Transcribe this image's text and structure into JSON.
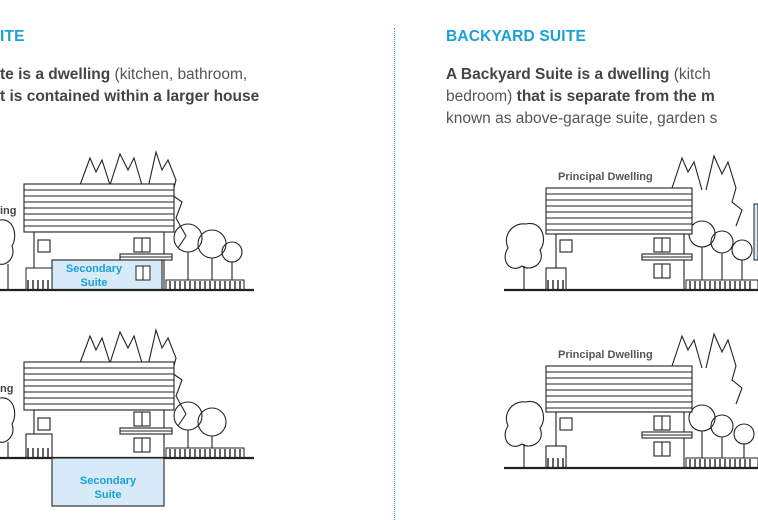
{
  "left": {
    "heading": "ITE",
    "line1_bold": "te is a dwelling",
    "line1_rest": " (kitchen, bathroom,",
    "line2_bold": "t is contained within a larger house",
    "fig1": {
      "partial_label": "ing",
      "suite_line1": "Secondary",
      "suite_line2": "Suite"
    },
    "fig2": {
      "partial_label": "ng",
      "suite_line1": "Secondary",
      "suite_line2": "Suite"
    }
  },
  "right": {
    "heading": "BACKYARD SUITE",
    "line1_bold": "A Backyard Suite is a dwelling",
    "line1_rest": " (kitch",
    "line2_pre": "bedroom) ",
    "line2_bold": "that is separate from the m",
    "line3": "known as above-garage suite, garden s",
    "fig1": {
      "label": "Principal Dwelling"
    },
    "fig2": {
      "label": "Principal Dwelling"
    }
  },
  "colors": {
    "accent": "#1aa0d8",
    "suite_fill": "#d6eaf7",
    "line": "#222222"
  }
}
